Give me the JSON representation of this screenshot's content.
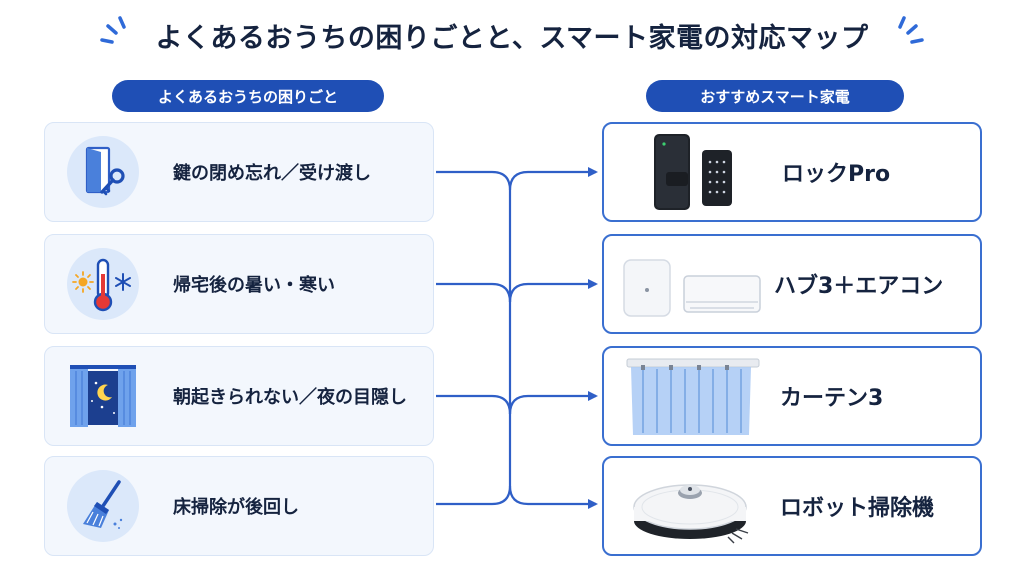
{
  "title": "よくあるおうちの困りごとと、スマート家電の対応マップ",
  "left_header": "よくあるおうちの困りごと",
  "right_header": "おすすめスマート家電",
  "problems": [
    {
      "label": "鍵の閉め忘れ／受け渡し",
      "icon": "door-key-icon"
    },
    {
      "label": "帰宅後の暑い・寒い",
      "icon": "thermometer-icon"
    },
    {
      "label": "朝起きられない／夜の目隠し",
      "icon": "window-curtain-icon"
    },
    {
      "label": "床掃除が後回し",
      "icon": "broom-icon"
    }
  ],
  "devices": [
    {
      "label": "ロックPro",
      "icon": "smart-lock-icon"
    },
    {
      "label": "ハブ3＋エアコン",
      "icon": "hub-aircon-icon"
    },
    {
      "label": "カーテン3",
      "icon": "curtain-icon"
    },
    {
      "label": "ロボット掃除機",
      "icon": "robot-vacuum-icon"
    }
  ],
  "colors": {
    "accent": "#1f4fb5",
    "connector": "#2f5fc7",
    "problem_bg": "#f3f7fd",
    "device_border": "#3a6fd0"
  }
}
